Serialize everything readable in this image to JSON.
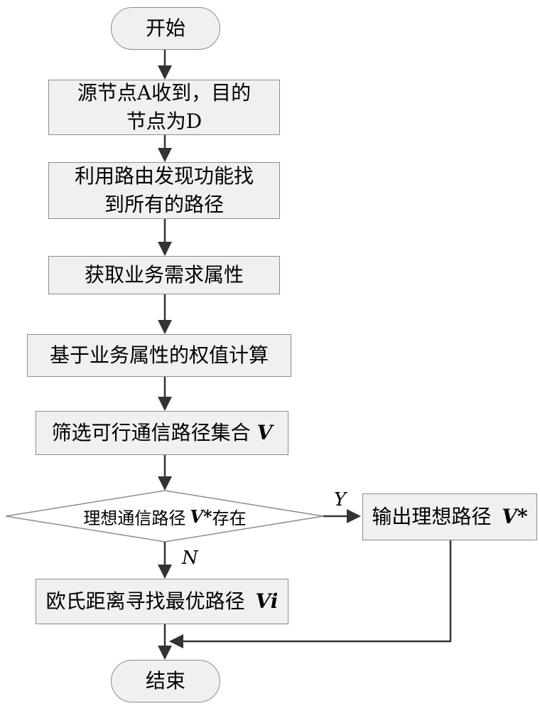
{
  "flowchart": {
    "start": "开始",
    "step1": "源节点A收到，目的节点为D",
    "step2": "利用路由发现功能找到所有的路径",
    "step3": "获取业务需求属性",
    "step4": "基于业务属性的权值计算",
    "step5_text": "筛选可行通信路径集合",
    "step5_var": "V",
    "decision_text": "理想通信路径",
    "decision_var": "V*",
    "decision_suffix": "存在",
    "yes_label": "Y",
    "no_label": "N",
    "output_text": "输出理想路径",
    "output_var": "V*",
    "step6_text": "欧氏距离寻找最优路径",
    "step6_var": "Vi",
    "end": "结束"
  }
}
